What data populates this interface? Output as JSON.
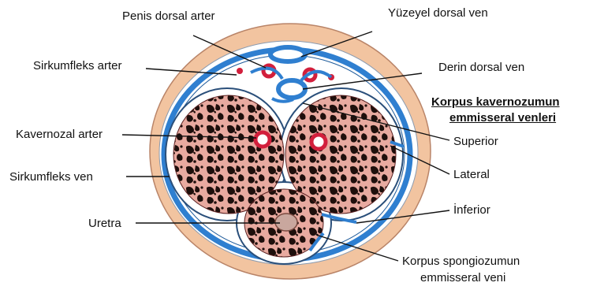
{
  "labels": {
    "penis_dorsal_artery": "Penis dorsal arter",
    "superficial_dorsal_vein": "Yüzeyel dorsal ven",
    "circumflex_artery": "Sirkumfleks arter",
    "deep_dorsal_vein": "Derin dorsal ven",
    "cavernosal_artery": "Kavernozal arter",
    "circumflex_vein": "Sirkumfleks ven",
    "urethra": "Uretra",
    "emissary_heading_line1": "Korpus kavernozumun",
    "emissary_heading_line2": "emmisseral venleri",
    "superior": "Superior",
    "lateral": "Lateral",
    "inferior": "İnferior",
    "spongiosum_emissary_line1": "Korpus spongiozumun",
    "spongiosum_emissary_line2": "emmisseral veni"
  },
  "colors": {
    "skin": "#f2c4a0",
    "tunica": "#ffffff",
    "fascia": "#2f7fd0",
    "vein": "#2f7fd0",
    "artery": "#d21f3c",
    "cavernous_tissue": "#e8aaa0",
    "sinusoid_pattern": "#1e0f0c",
    "urethra_lumen": "#c9a79e"
  }
}
